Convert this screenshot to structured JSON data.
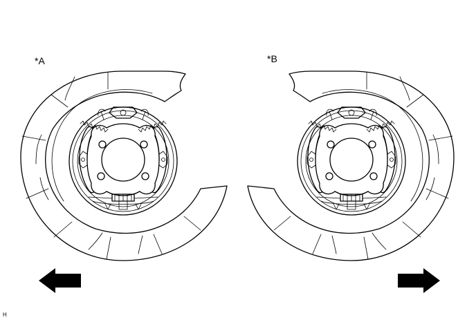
{
  "figure": {
    "callouts": {
      "left": "*A",
      "right": "*B"
    },
    "figure_code": "H",
    "arrows": {
      "left": "arrow-left-icon",
      "right": "arrow-right-icon"
    },
    "line_color": "#000000",
    "background": "#ffffff"
  }
}
